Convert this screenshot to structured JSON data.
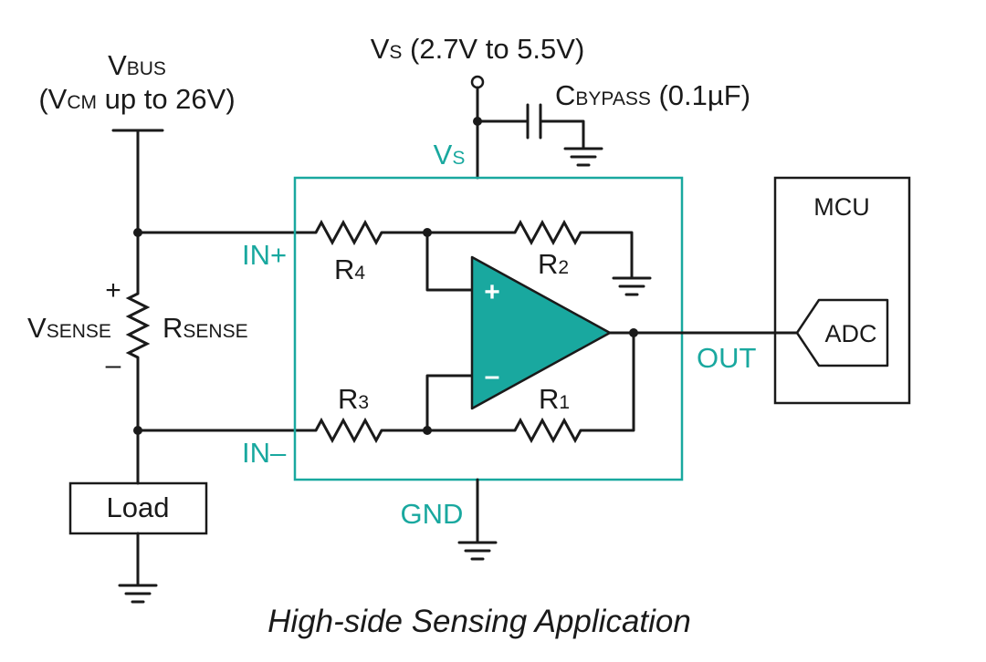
{
  "labels": {
    "vbus_main": "V",
    "vbus_sub": "BUS",
    "vcm_open": "(V",
    "vcm_sub": "CM",
    "vcm_rest": " up to 26V)",
    "vs_top_main": "V",
    "vs_top_sub": "S",
    "vs_top_rest": " (2.7V to 5.5V)",
    "cbypass_main": "C",
    "cbypass_sub": "BYPASS",
    "cbypass_rest": " (0.1µF)",
    "vs_pin_main": "V",
    "vs_pin_sub": "S",
    "in_plus": "IN+",
    "in_minus": "IN–",
    "out": "OUT",
    "gnd": "GND",
    "r4_main": "R",
    "r4_sub": "4",
    "r3_main": "R",
    "r3_sub": "3",
    "r2_main": "R",
    "r2_sub": "2",
    "r1_main": "R",
    "r1_sub": "1",
    "vsense_main": "V",
    "vsense_sub": "SENSE",
    "rsense_main": "R",
    "rsense_sub": "SENSE",
    "sense_plus": "+",
    "sense_minus": "–",
    "opamp_plus": "+",
    "opamp_minus": "–",
    "mcu": "MCU",
    "adc": "ADC",
    "load": "Load",
    "caption": "High-side Sensing Application"
  },
  "colors": {
    "accent": "#19a89f",
    "ink": "#1a1a1a"
  }
}
